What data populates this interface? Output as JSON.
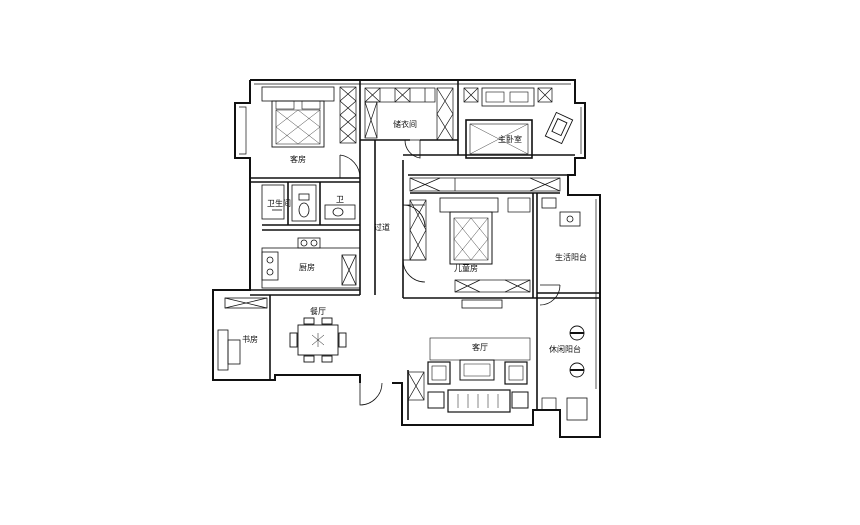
{
  "rooms": {
    "guest_bedroom": "客房",
    "cloakroom": "储衣间",
    "master_bedroom": "主卧室",
    "bathroom": "卫生间",
    "toilet": "卫",
    "corridor": "过道",
    "second_bedroom": "儿童房",
    "kitchen": "厨房",
    "utility_balcony": "生活阳台",
    "dining_room": "餐厅",
    "study": "书房",
    "living_room": "客厅",
    "leisure_balcony": "休闲阳台"
  },
  "colors": {
    "line": "#111111",
    "background": "#ffffff"
  }
}
